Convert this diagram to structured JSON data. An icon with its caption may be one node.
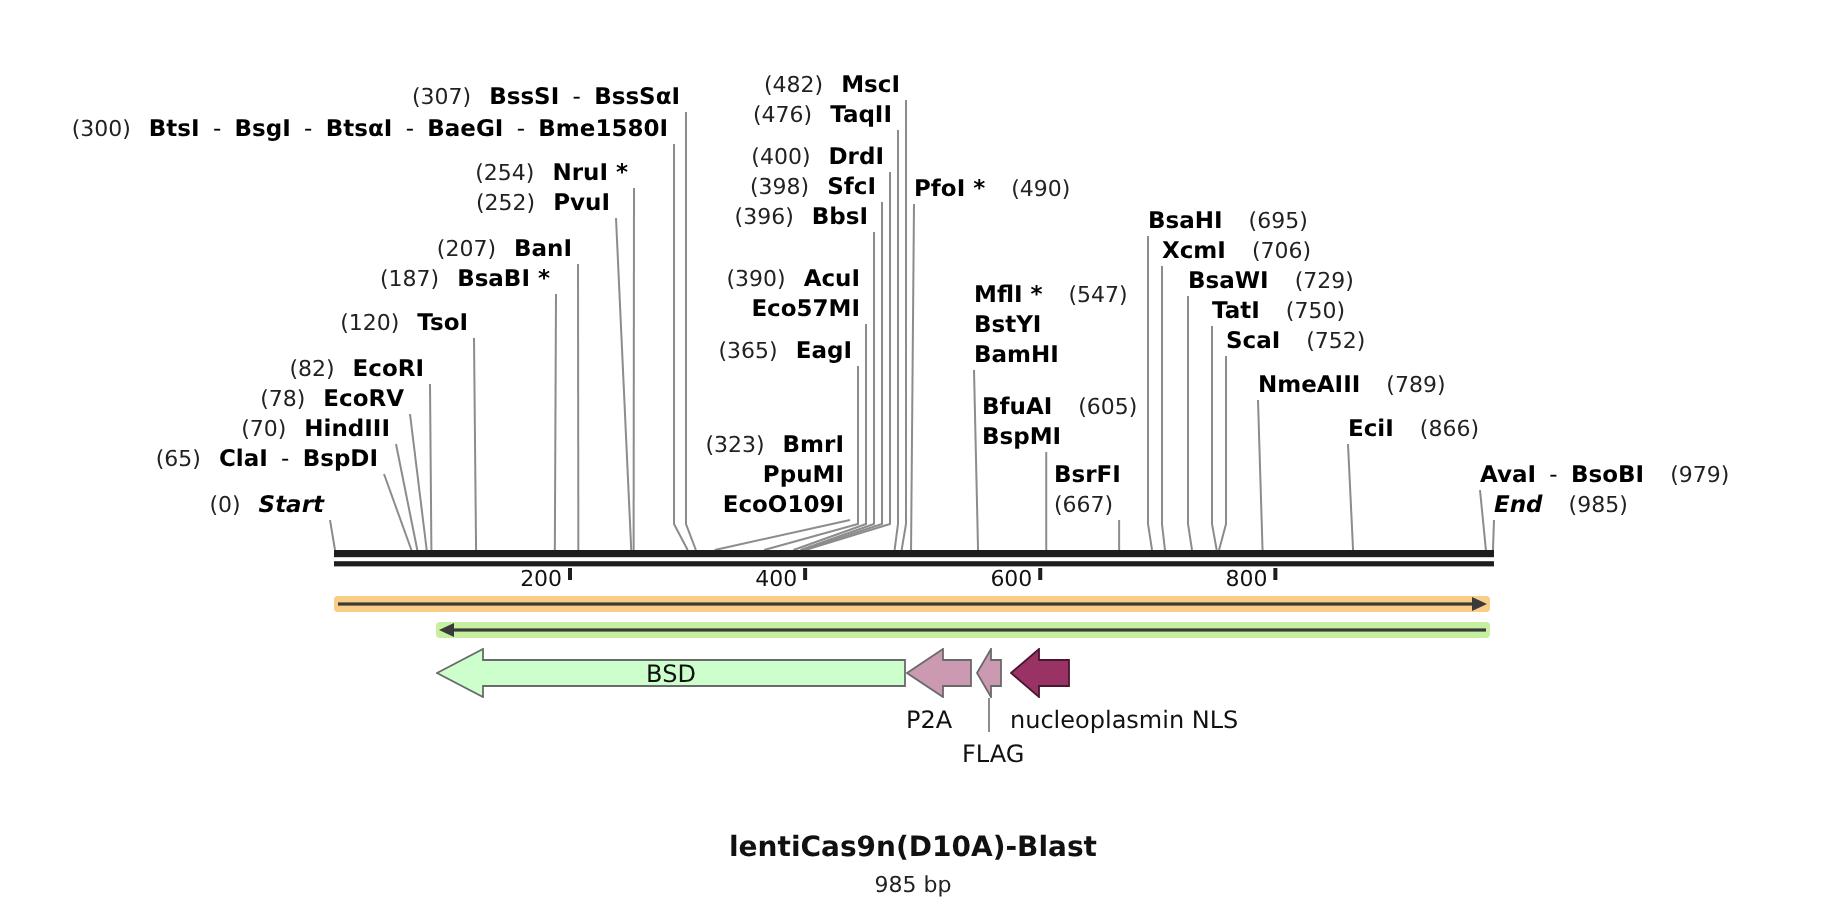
{
  "diagram": {
    "title": "lentiCas9n(D10A)-Blast",
    "caption": "985 bp",
    "nodes": [
      {
        "text": [
          "(482)",
          "MscI"
        ]
      },
      {
        "text": [
          "(307)",
          "**BssSI** - **BssSαI**"
        ]
      },
      {
        "text": [
          "(476)",
          "TaqII"
        ]
      },
      {
        "text": [
          "(300)",
          "**BtsI** - **BsgI** - **BtsαI** - **BaeGI** - **Bme1580I**"
        ]
      },
      {
        "text": [
          "(400)",
          "DrdI"
        ]
      },
      {
        "text": [
          "(254)",
          "NruI *"
        ]
      },
      {
        "text": [
          "(398)",
          "SfcI"
        ]
      },
      {
        "text": [
          "PfoI *",
          "(490)"
        ]
      },
      {
        "text": [
          "(252)",
          "PvuI"
        ]
      },
      {
        "text": [
          "(396)",
          "BbsI"
        ]
      },
      {
        "text": [
          "BsaHI",
          "(695)"
        ]
      },
      {
        "text": [
          "(207)",
          "BanI"
        ]
      },
      {
        "text": [
          "XcmI",
          "(706)"
        ]
      },
      {
        "text": [
          "(187)",
          "BsaBI *"
        ]
      },
      {
        "text": [
          "(390)",
          "AcuI",
          "Eco57MI"
        ]
      },
      {
        "text": [
          "BsaWI",
          "(729)"
        ]
      },
      {
        "text": [
          "MflI *",
          "(547)",
          "BstYI",
          "BamHI"
        ]
      },
      {
        "text": [
          "TatI",
          "(750)"
        ]
      },
      {
        "text": [
          "(120)",
          "TsoI"
        ]
      },
      {
        "text": [
          "(365)",
          "EagI"
        ]
      },
      {
        "text": [
          "ScaI",
          "(752)"
        ]
      },
      {
        "text": [
          "(82)",
          "EcoRI"
        ]
      },
      {
        "text": [
          "NmeAIII",
          "(789)"
        ]
      },
      {
        "text": [
          "(78)",
          "EcoRV"
        ]
      },
      {
        "text": [
          "BfuAI",
          "(605)",
          "BspMI"
        ]
      },
      {
        "text": [
          "(70)",
          "HindIII"
        ]
      },
      {
        "text": [
          "EciI",
          "(866)"
        ]
      },
      {
        "text": [
          "(323)",
          "BmrI",
          "PpuMI",
          "EcoO109I"
        ]
      },
      {
        "text": [
          "(65)",
          "**ClaI** - **BspDI**"
        ]
      },
      {
        "text": [
          "**AvaI** - **BsoBI**",
          "(979)"
        ]
      },
      {
        "text": [
          "(0)",
          "Start"
        ]
      },
      {
        "text": [
          "BsrFI",
          "(667)"
        ]
      },
      {
        "text": [
          "End",
          "(985)"
        ]
      },
      {
        "text": [],
        "shape": "bar"
      },
      {
        "text": [],
        "shape": "arrow"
      },
      {
        "text": [],
        "shape": "arrow"
      },
      {
        "text": [
          "BSD"
        ]
      },
      {
        "text": [
          "P2A"
        ]
      },
      {
        "text": [],
        "shape": "arrow"
      },
      {
        "text": [
          "nucleoplasmin NLS"
        ]
      },
      {
        "text": [
          "FLAG"
        ]
      }
    ],
    "edges": [
      {
        "from": 0,
        "to": 33,
        "arrow": "none"
      },
      {
        "from": 1,
        "to": 33,
        "arrow": "none"
      },
      {
        "from": 2,
        "to": 33,
        "arrow": "none"
      },
      {
        "from": 3,
        "to": 33,
        "arrow": "none"
      },
      {
        "from": 4,
        "to": 33,
        "arrow": "none"
      },
      {
        "from": 5,
        "to": 33,
        "arrow": "none"
      },
      {
        "from": 6,
        "to": 33,
        "arrow": "none"
      },
      {
        "from": 7,
        "to": 33,
        "arrow": "none"
      },
      {
        "from": 8,
        "to": 33,
        "arrow": "none"
      },
      {
        "from": 9,
        "to": 33,
        "arrow": "none"
      },
      {
        "from": 10,
        "to": 33,
        "arrow": "none"
      },
      {
        "from": 11,
        "to": 33,
        "arrow": "none"
      },
      {
        "from": 12,
        "to": 33,
        "arrow": "none"
      },
      {
        "from": 13,
        "to": 33,
        "arrow": "none"
      },
      {
        "from": 14,
        "to": 33,
        "arrow": "none"
      },
      {
        "from": 15,
        "to": 33,
        "arrow": "none"
      },
      {
        "from": 16,
        "to": 33,
        "arrow": "none"
      },
      {
        "from": 17,
        "to": 33,
        "arrow": "none"
      },
      {
        "from": 18,
        "to": 33,
        "arrow": "none"
      },
      {
        "from": 19,
        "to": 33,
        "arrow": "none"
      },
      {
        "from": 20,
        "to": 33,
        "arrow": "none"
      },
      {
        "from": 21,
        "to": 33,
        "arrow": "none"
      },
      {
        "from": 22,
        "to": 33,
        "arrow": "none"
      },
      {
        "from": 23,
        "to": 33,
        "arrow": "none"
      },
      {
        "from": 24,
        "to": 33,
        "arrow": "none"
      },
      {
        "from": 25,
        "to": 33,
        "arrow": "none"
      },
      {
        "from": 26,
        "to": 33,
        "arrow": "none"
      },
      {
        "from": 27,
        "to": 33,
        "arrow": "none"
      },
      {
        "from": 28,
        "to": 33,
        "arrow": "none"
      },
      {
        "from": 29,
        "to": 33,
        "arrow": "none"
      },
      {
        "from": 30,
        "to": 33,
        "arrow": "none"
      },
      {
        "from": 31,
        "to": 33,
        "arrow": "none"
      },
      {
        "from": 32,
        "to": 33,
        "arrow": "none"
      },
      {
        "from": 40,
        "to": 38,
        "arrow": "none"
      }
    ],
    "labels": [
      "200",
      "400",
      "600",
      "800"
    ]
  }
}
